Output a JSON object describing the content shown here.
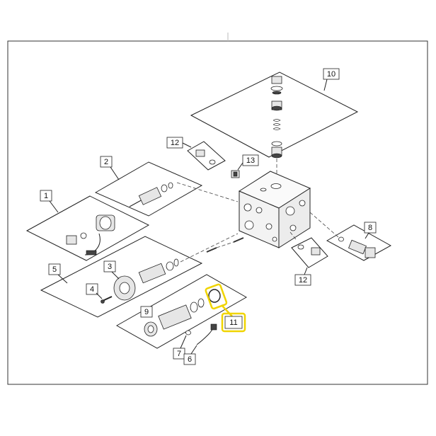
{
  "diagram": {
    "callouts": {
      "c1": "1",
      "c2": "2",
      "c3": "3",
      "c4": "4",
      "c5": "5",
      "c6": "6",
      "c7": "7",
      "c8": "8",
      "c9": "9",
      "c10": "10",
      "c11": "11",
      "c12a": "12",
      "c12b": "12",
      "c13": "13"
    },
    "highlight_color": "#f0d400"
  }
}
